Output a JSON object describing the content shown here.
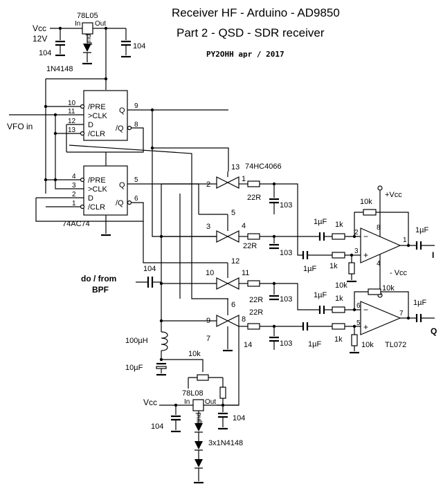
{
  "title": {
    "line1": "Receiver HF - Arduino - AD9850",
    "line2": "Part 2 - QSD - SDR receiver",
    "author": "PY2OHH  apr / 2017"
  },
  "power_top": {
    "vcc": "Vcc",
    "voltage": "12V",
    "cap_in": "104",
    "regulator": "78L05",
    "reg_in": "In",
    "reg_out": "Out",
    "reg_gnd": "gnd",
    "cap_out": "104",
    "diode": "1N4148"
  },
  "flipflops": {
    "ff1_pins": {
      "pre": "10",
      "clk": "11",
      "d": "12",
      "clr": "13",
      "q": "9",
      "nq": "8"
    },
    "ff2_pins": {
      "pre": "4",
      "clk": "3",
      "d": "2",
      "clr": "1",
      "q": "5",
      "nq": "6"
    },
    "lbl_pre": "/PRE",
    "lbl_clk": ">CLK",
    "lbl_d": "D",
    "lbl_clr": "/CLR",
    "lbl_q": "Q",
    "lbl_nq": "/Q",
    "chip": "74AC74",
    "vfo": "VFO in"
  },
  "switches": {
    "chip": "74HC4066",
    "s1": {
      "ctrl": "13",
      "in": "2",
      "out": "1"
    },
    "s2": {
      "ctrl": "5",
      "in": "3",
      "out": "4"
    },
    "s3": {
      "ctrl": "12",
      "in": "10",
      "out": "11"
    },
    "s4": {
      "ctrl": "6",
      "in": "9",
      "out": "8"
    },
    "gnd_pin": "7",
    "vdd_pin": "14"
  },
  "rc": {
    "r": "22R",
    "c": "103"
  },
  "opamps": {
    "vcc": "+Vcc",
    "vee": "- Vcc",
    "cap": "1µF",
    "r_in": "1k",
    "r_fb": "10k",
    "r_bias": "10k",
    "chip": "TL072",
    "i_out": "I",
    "q_out": "Q",
    "ua_pins": {
      "inv": "2",
      "noninv": "3",
      "out": "1",
      "vp": "8",
      "vn": "4"
    },
    "ub_pins": {
      "inv": "6",
      "noninv": "5",
      "out": "7"
    }
  },
  "input": {
    "label1": "do / from",
    "label2": "BPF",
    "cap": "104",
    "inductor": "100µH",
    "cap_bias": "10µF"
  },
  "power_bottom": {
    "pot": "10k",
    "regulator": "78L08",
    "reg_in": "In",
    "reg_out": "Out",
    "reg_gnd": "gnd",
    "vcc": "Vcc",
    "cap_in": "104",
    "cap_out": "104",
    "diodes": "3x1N4148"
  }
}
